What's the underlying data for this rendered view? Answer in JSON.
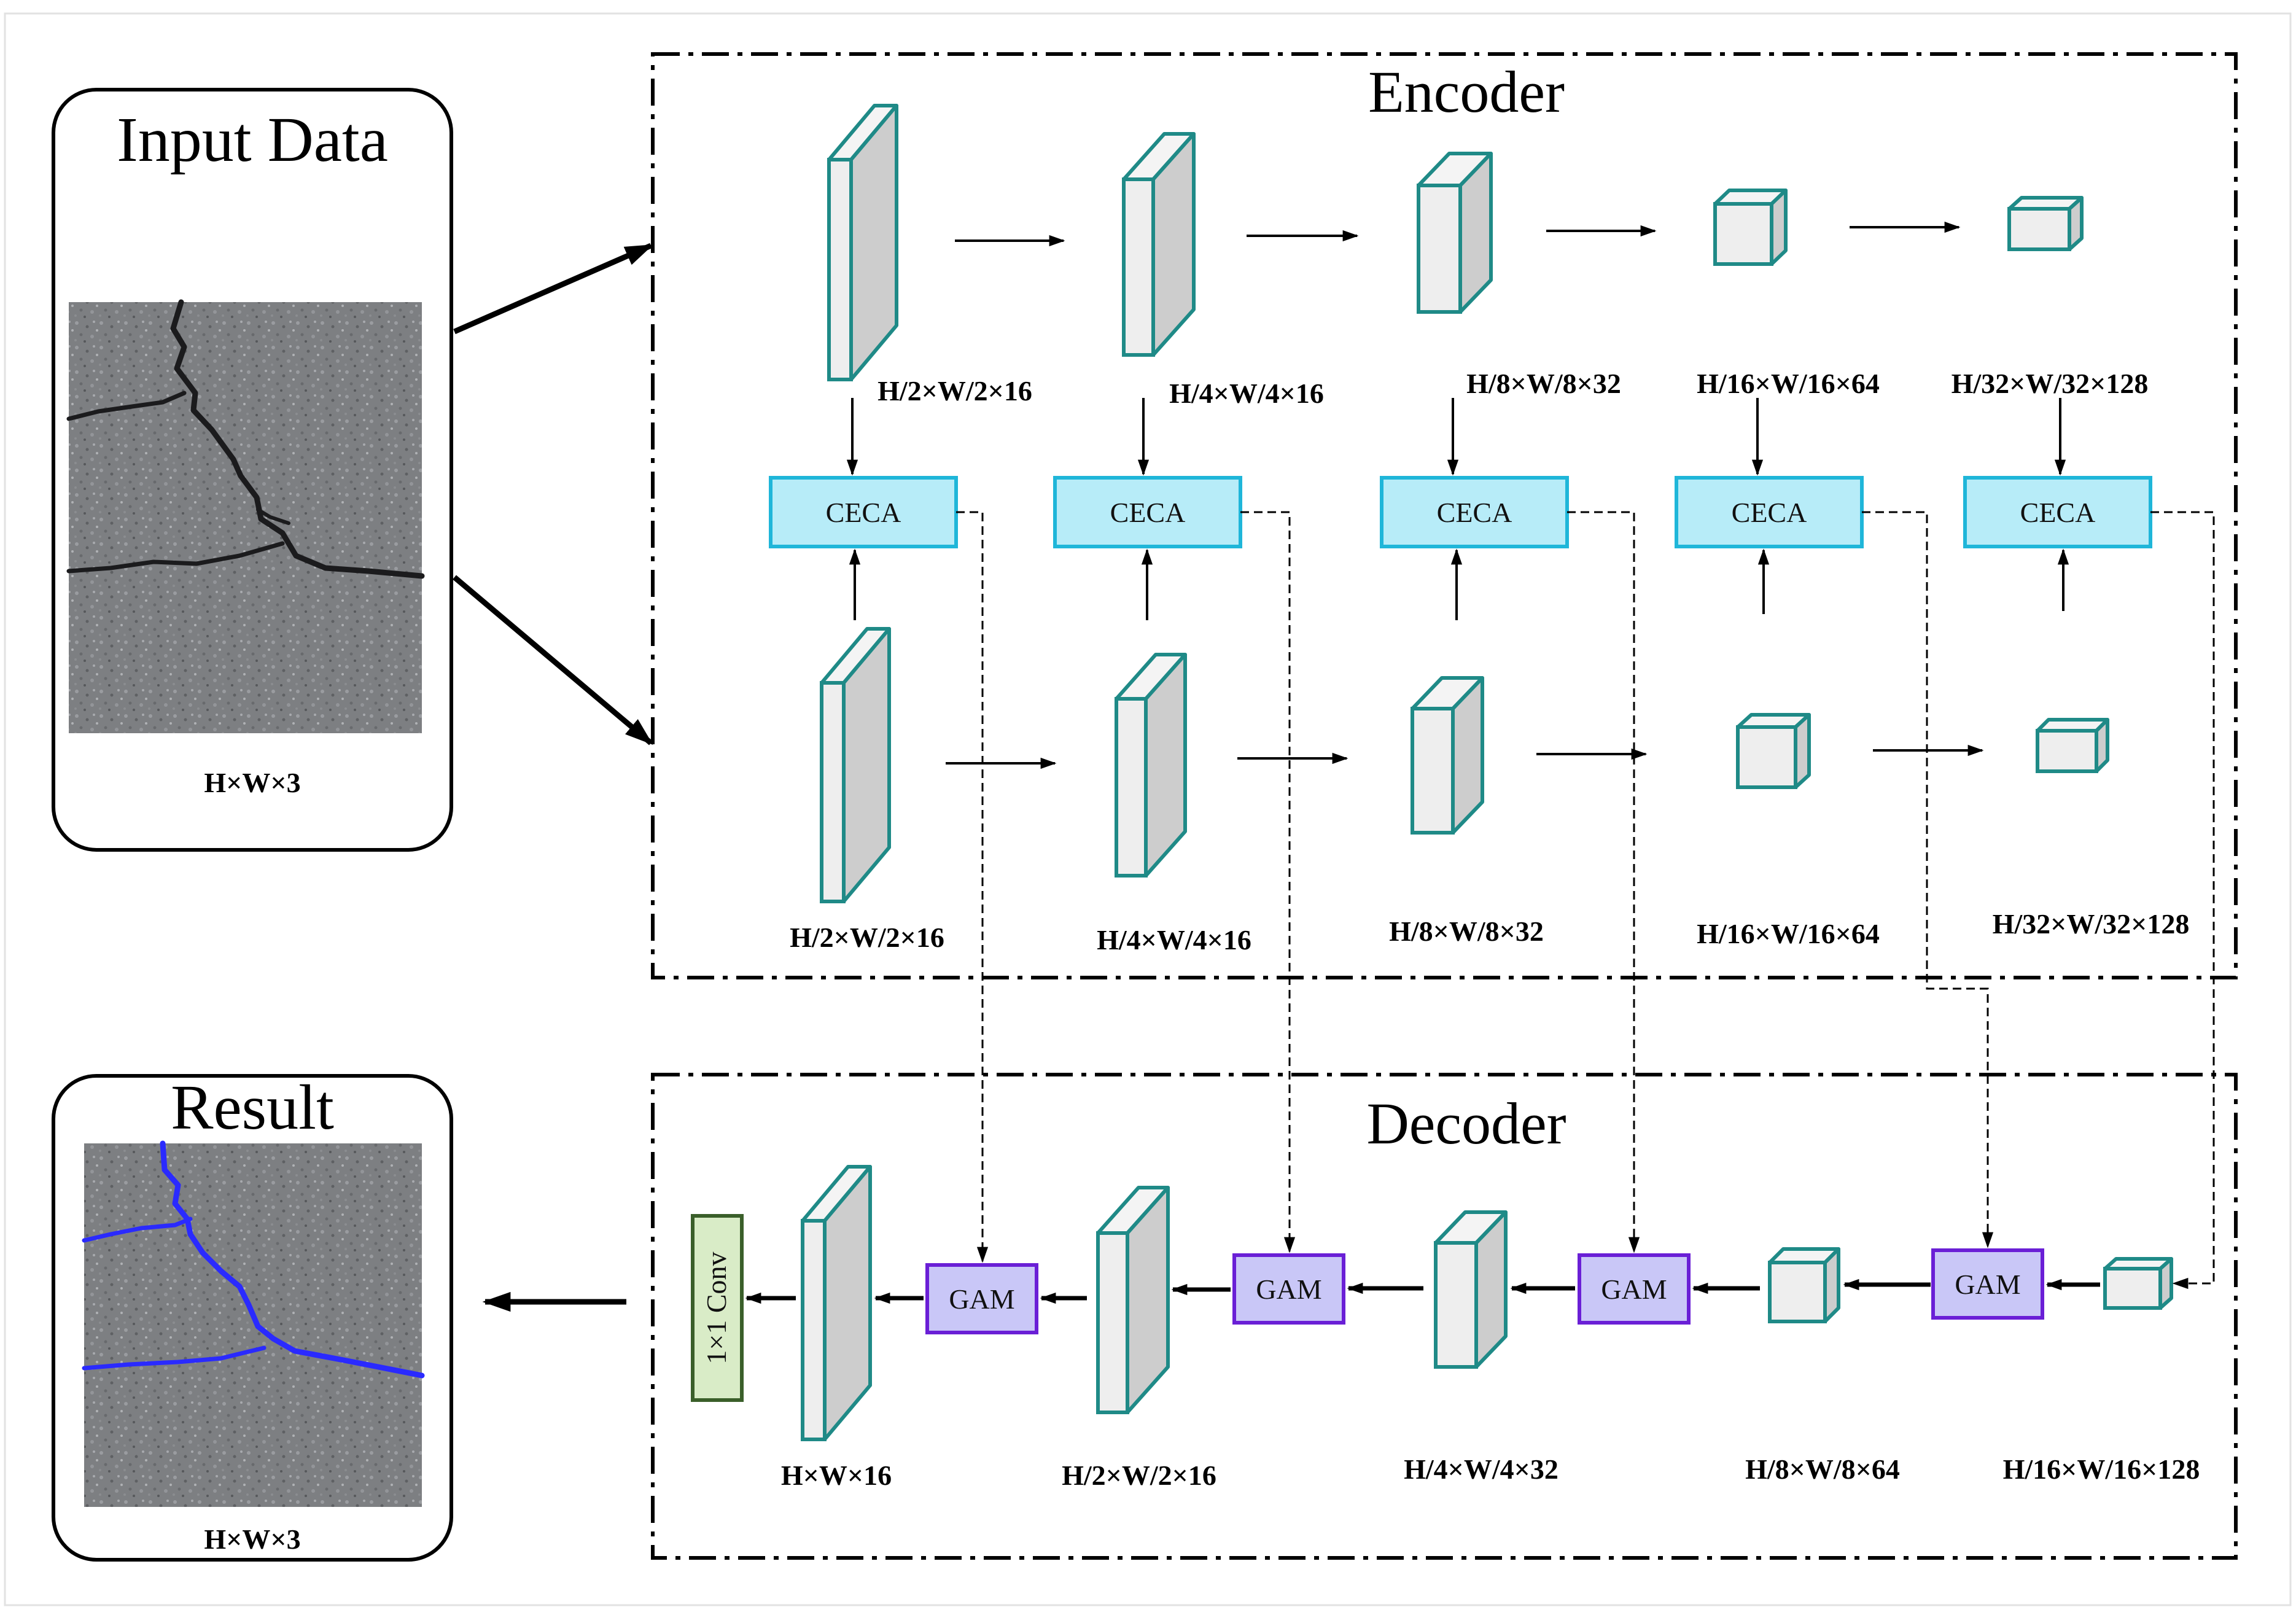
{
  "input": {
    "title": "Input Data",
    "dims": "H×W×3"
  },
  "result": {
    "title": "Result",
    "dims": "H×W×3"
  },
  "encoder": {
    "title": "Encoder",
    "top_dims": [
      "H/2×W/2×16",
      "H/4×W/4×16",
      "H/8×W/8×32",
      "H/16×W/16×64",
      "H/32×W/32×128"
    ],
    "bottom_dims": [
      "H/2×W/2×16",
      "H/4×W/4×16",
      "H/8×W/8×32",
      "H/16×W/16×64",
      "H/32×W/32×128"
    ],
    "attention_label": "CECA"
  },
  "decoder": {
    "title": "Decoder",
    "dims": [
      "H×W×16",
      "H/2×W/2×16",
      "H/4×W/4×32",
      "H/8×W/8×64",
      "H/16×W/16×128"
    ],
    "attention_label": "GAM",
    "conv_label": "1×1 Conv"
  },
  "colors": {
    "block_stroke": "#1f8a87",
    "block_front": "#eeeeee",
    "block_side": "#cdcdcd",
    "ceca_fill": "#b7ecf8",
    "ceca_stroke": "#1fb6d9",
    "gam_fill": "#c9c7f7",
    "gam_stroke": "#6a1fd6",
    "conv_fill": "#d9ecc7",
    "conv_stroke": "#3a5f2a",
    "crack_overlay": "#2a2aff"
  }
}
